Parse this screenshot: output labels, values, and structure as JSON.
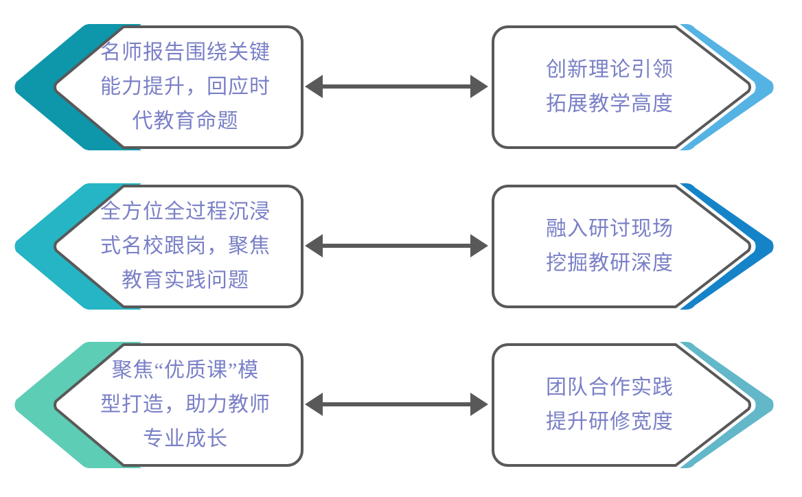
{
  "diagram": {
    "type": "paired-chevron-flow",
    "background": "#ffffff",
    "text_color": "#7a80c6",
    "outline_color": "#595959",
    "arrow_color": "#595959",
    "fill_color": "#ffffff",
    "rows": [
      {
        "id": "row-1",
        "left": {
          "text": "名师报告围绕关键\n能力提升，回应时\n代教育命题",
          "chevron_color": "#0e96aa",
          "direction": "left"
        },
        "connector": {
          "icon": "double-headed-arrow",
          "color": "#595959"
        },
        "right": {
          "text": "创新理论引领\n拓展教学高度",
          "chevron_color": "#55b3e4",
          "direction": "right"
        }
      },
      {
        "id": "row-2",
        "left": {
          "text": "全方位全过程沉浸\n式名校跟岗，聚焦\n教育实践问题",
          "chevron_color": "#26b5c4",
          "direction": "left"
        },
        "connector": {
          "icon": "double-headed-arrow",
          "color": "#595959"
        },
        "right": {
          "text": "融入研讨现场\n挖掘教研深度",
          "chevron_color": "#1583c8",
          "direction": "right"
        }
      },
      {
        "id": "row-3",
        "left": {
          "text": "聚焦“优质课”模\n型打造，助力教师\n专业成长",
          "chevron_color": "#5dcdb5",
          "direction": "left"
        },
        "connector": {
          "icon": "double-headed-arrow",
          "color": "#595959"
        },
        "right": {
          "text": "团队合作实践\n提升研修宽度",
          "chevron_color": "#62b7c9",
          "direction": "right"
        }
      }
    ]
  }
}
